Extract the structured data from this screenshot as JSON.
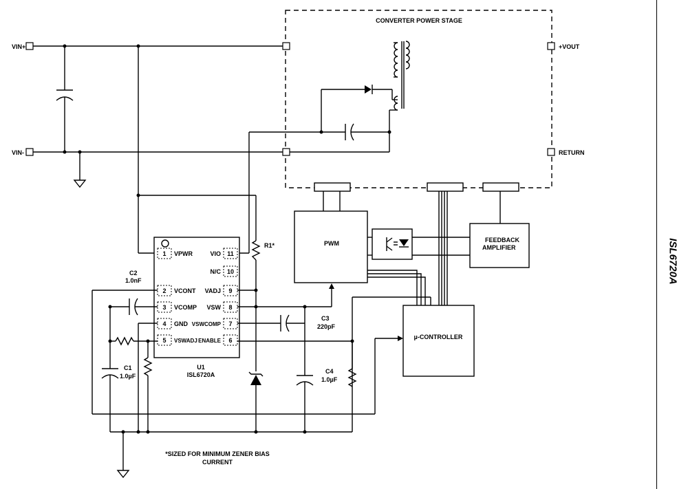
{
  "side_title": "ISL6720A",
  "power_stage": {
    "title": "CONVERTER POWER STAGE",
    "vout": "+VOUT",
    "return": "RETURN"
  },
  "inputs": {
    "vin_plus": "VIN+",
    "vin_minus": "VIN-"
  },
  "ic": {
    "ref": "U1",
    "part": "ISL6720A",
    "pins": [
      {
        "num": "1",
        "name": "VPWR"
      },
      {
        "num": "2",
        "name": "VCONT"
      },
      {
        "num": "3",
        "name": "VCOMP"
      },
      {
        "num": "4",
        "name": "GND"
      },
      {
        "num": "5",
        "name": "VSWADJ"
      },
      {
        "num": "6",
        "name": "ENABLE"
      },
      {
        "num": "7",
        "name": "VSWCOMP"
      },
      {
        "num": "8",
        "name": "VSW"
      },
      {
        "num": "9",
        "name": "VADJ"
      },
      {
        "num": "10",
        "name": "N/C"
      },
      {
        "num": "11",
        "name": "VIO"
      }
    ]
  },
  "components": {
    "c2": {
      "ref": "C2",
      "value": "1.0nF"
    },
    "c1": {
      "ref": "C1",
      "value": "1.0µF"
    },
    "c3": {
      "ref": "C3",
      "value": "220pF"
    },
    "c4": {
      "ref": "C4",
      "value": "1.0µF"
    },
    "r1": {
      "ref": "R1*"
    }
  },
  "blocks": {
    "pwm": "PWM",
    "feedback_line1": "FEEDBACK",
    "feedback_line2": "AMPLIFIER",
    "controller": "µ-CONTROLLER"
  },
  "note": {
    "line1": "*SIZED FOR MINIMUM ZENER BIAS",
    "line2": "CURRENT"
  }
}
